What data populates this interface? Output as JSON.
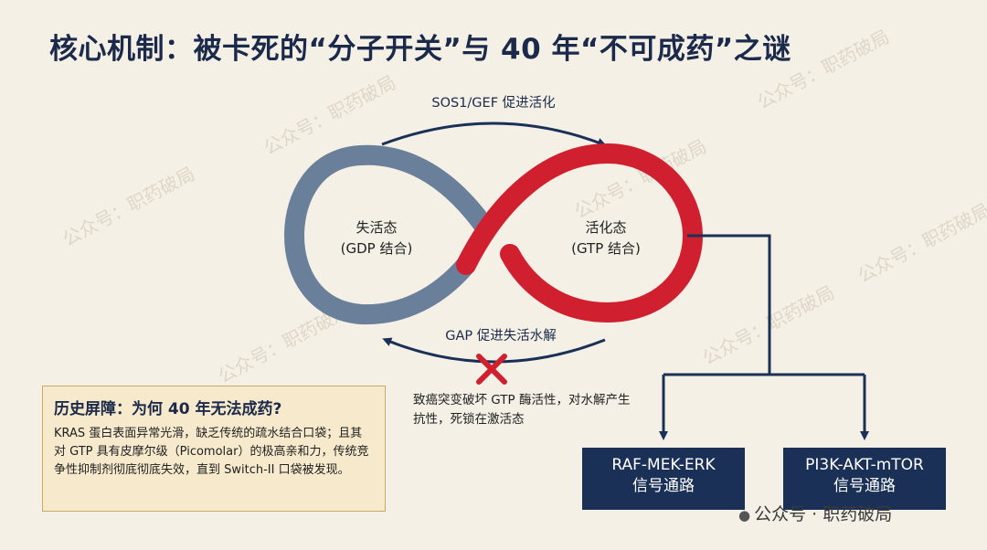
{
  "title": "核心机制：被卡死的“分子开关”与 40 年“不可成药”之谜",
  "cycle": {
    "top_arrow_label": "SOS1/GEF 促进活化",
    "bottom_arrow_label": "GAP 促进失活水解",
    "inactive_state": {
      "line1": "失活态",
      "line2": "(GDP 结合)"
    },
    "active_state": {
      "line1": "活化态",
      "line2": "(GTP 结合)"
    }
  },
  "mutation_note": "致癌突变破坏 GTP 酶活性，对水解产生抗性，死锁在激活态",
  "history": {
    "title": "历史屏障：为何 40 年无法成药?",
    "body": "KRAS 蛋白表面异常光滑，缺乏传统的疏水结合口袋；且其对 GTP 具有皮摩尔级（Picomolar）的极高亲和力，传统竞争性抑制剂彻底彻底失效，直到 Switch-II 口袋被发现。"
  },
  "pathways": [
    {
      "line1": "RAF-MEK-ERK",
      "line2": "信号通路"
    },
    {
      "line1": "PI3K-AKT-mTOR",
      "line2": "信号通路"
    }
  ],
  "watermark_text": "公众号：职药破局",
  "footer_watermark": "公众号 · 职药破局",
  "colors": {
    "inactive": "#6a7f99",
    "active": "#d01f2f",
    "navy": "#1a3056",
    "background": "#f5f0e6"
  }
}
